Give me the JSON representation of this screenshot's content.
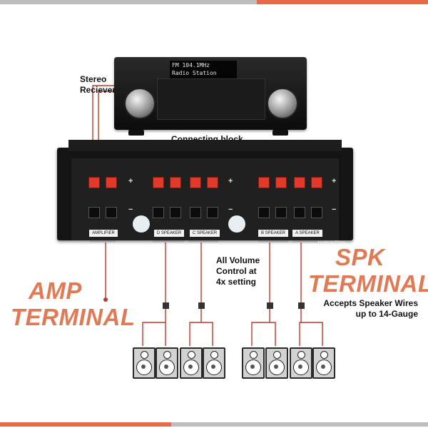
{
  "labels": {
    "stereo_receiver": "Stereo\nReciever",
    "connecting_block": "Connecting block",
    "all_volume": "All Volume\nControl at\n4x setting",
    "accepts": "Accepts Speaker Wires\nup to 14-Gauge"
  },
  "big_labels": {
    "amp_line1": "AMP",
    "amp_line2": "TERMINAL",
    "spk_line1": "SPK",
    "spk_line2": "TERMINAL"
  },
  "receiver": {
    "display_line1": "FM 104.1MHz",
    "display_line2": "Radio Station"
  },
  "block": {
    "tag_amplifier": "AMPLIFIER",
    "tag_d": "D SPEAKER",
    "tag_c": "C SPEAKER",
    "tag_b": "B SPEAKER",
    "tag_a": "A SPEAKER",
    "plus": "+",
    "minus": "−",
    "made_in": "Made in China"
  },
  "colors": {
    "accent_orange": "#e07a55",
    "terminal_red": "#e23a2a",
    "wire_red": "#c0392b"
  }
}
